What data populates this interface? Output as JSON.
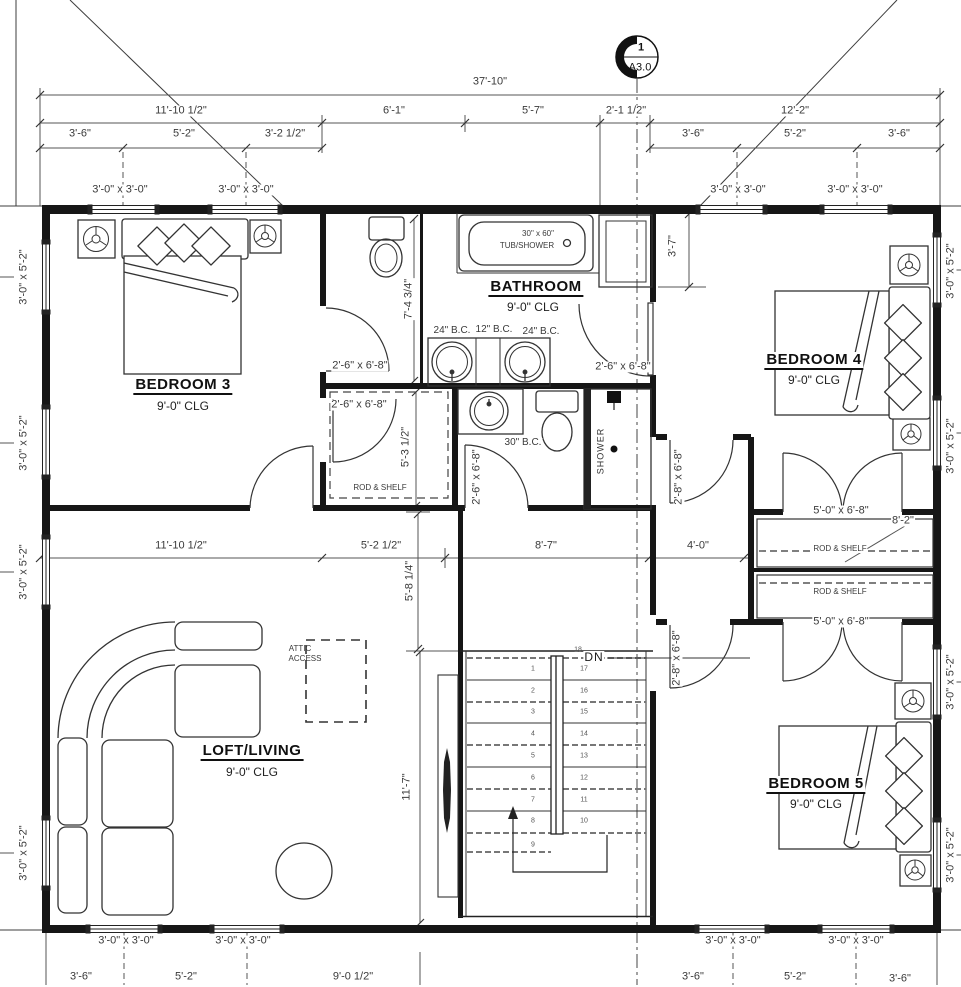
{
  "marker": {
    "num": "1",
    "sheet": "A3.0"
  },
  "rooms": {
    "bathroom": {
      "name": "BATHROOM",
      "clg": "9'-0\" CLG"
    },
    "bedroom3": {
      "name": "BEDROOM 3",
      "clg": "9'-0\" CLG"
    },
    "bedroom4": {
      "name": "BEDROOM 4",
      "clg": "9'-0\" CLG"
    },
    "bedroom5": {
      "name": "BEDROOM 5",
      "clg": "9'-0\" CLG"
    },
    "loft": {
      "name": "LOFT/LIVING",
      "clg": "9'-0\" CLG"
    }
  },
  "dims": {
    "overall": "37'-10\"",
    "top2": [
      "11'-10 1/2\"",
      "6'-1\"",
      "5'-7\"",
      "2'-1 1/2\"",
      "12'-2\""
    ],
    "top3l": [
      "3'-6\"",
      "5'-2\"",
      "3'-2 1/2\""
    ],
    "top3r": [
      "3'-6\"",
      "5'-2\"",
      "3'-6\""
    ],
    "botl": [
      "3'-6\"",
      "5'-2\"",
      "9'-0 1/2\""
    ],
    "botr": [
      "3'-6\"",
      "5'-2\"",
      "3'-6\""
    ],
    "mid": [
      "11'-10 1/2\"",
      "5'-2 1/2\"",
      "8'-7\"",
      "4'-0\""
    ],
    "v37": "3'-7\"",
    "v74": "7'-4 3/4\"",
    "v53": "5'-3 1/2\"",
    "v58": "5'-8 1/4\"",
    "v117": "11'-7\"",
    "c82": "8'-2\""
  },
  "tags": {
    "w30x30": "3'-0\" x 3'-0\"",
    "w30x52": "3'-0\" x 5'-2\"",
    "d26": "2'-6\" x 6'-8\"",
    "d28": "2'-8\" x 6'-8\"",
    "d50": "5'-0\" x 6'-8\""
  },
  "fixtures": {
    "tub_size": "30\" x 60\"",
    "tub": "TUB/SHOWER",
    "bc24": "24\" B.C.",
    "bc12": "12\" B.C.",
    "bc30": "30\" B.C.",
    "shower": "SHOWER",
    "rod": "ROD & SHELF",
    "attic1": "ATTIC",
    "attic2": "ACCESS",
    "dn": "DN"
  },
  "stairs": {
    "n": [
      "1",
      "2",
      "3",
      "4",
      "5",
      "6",
      "7",
      "8",
      "9",
      "10",
      "11",
      "12",
      "13",
      "14",
      "15",
      "16",
      "17",
      "18"
    ]
  }
}
